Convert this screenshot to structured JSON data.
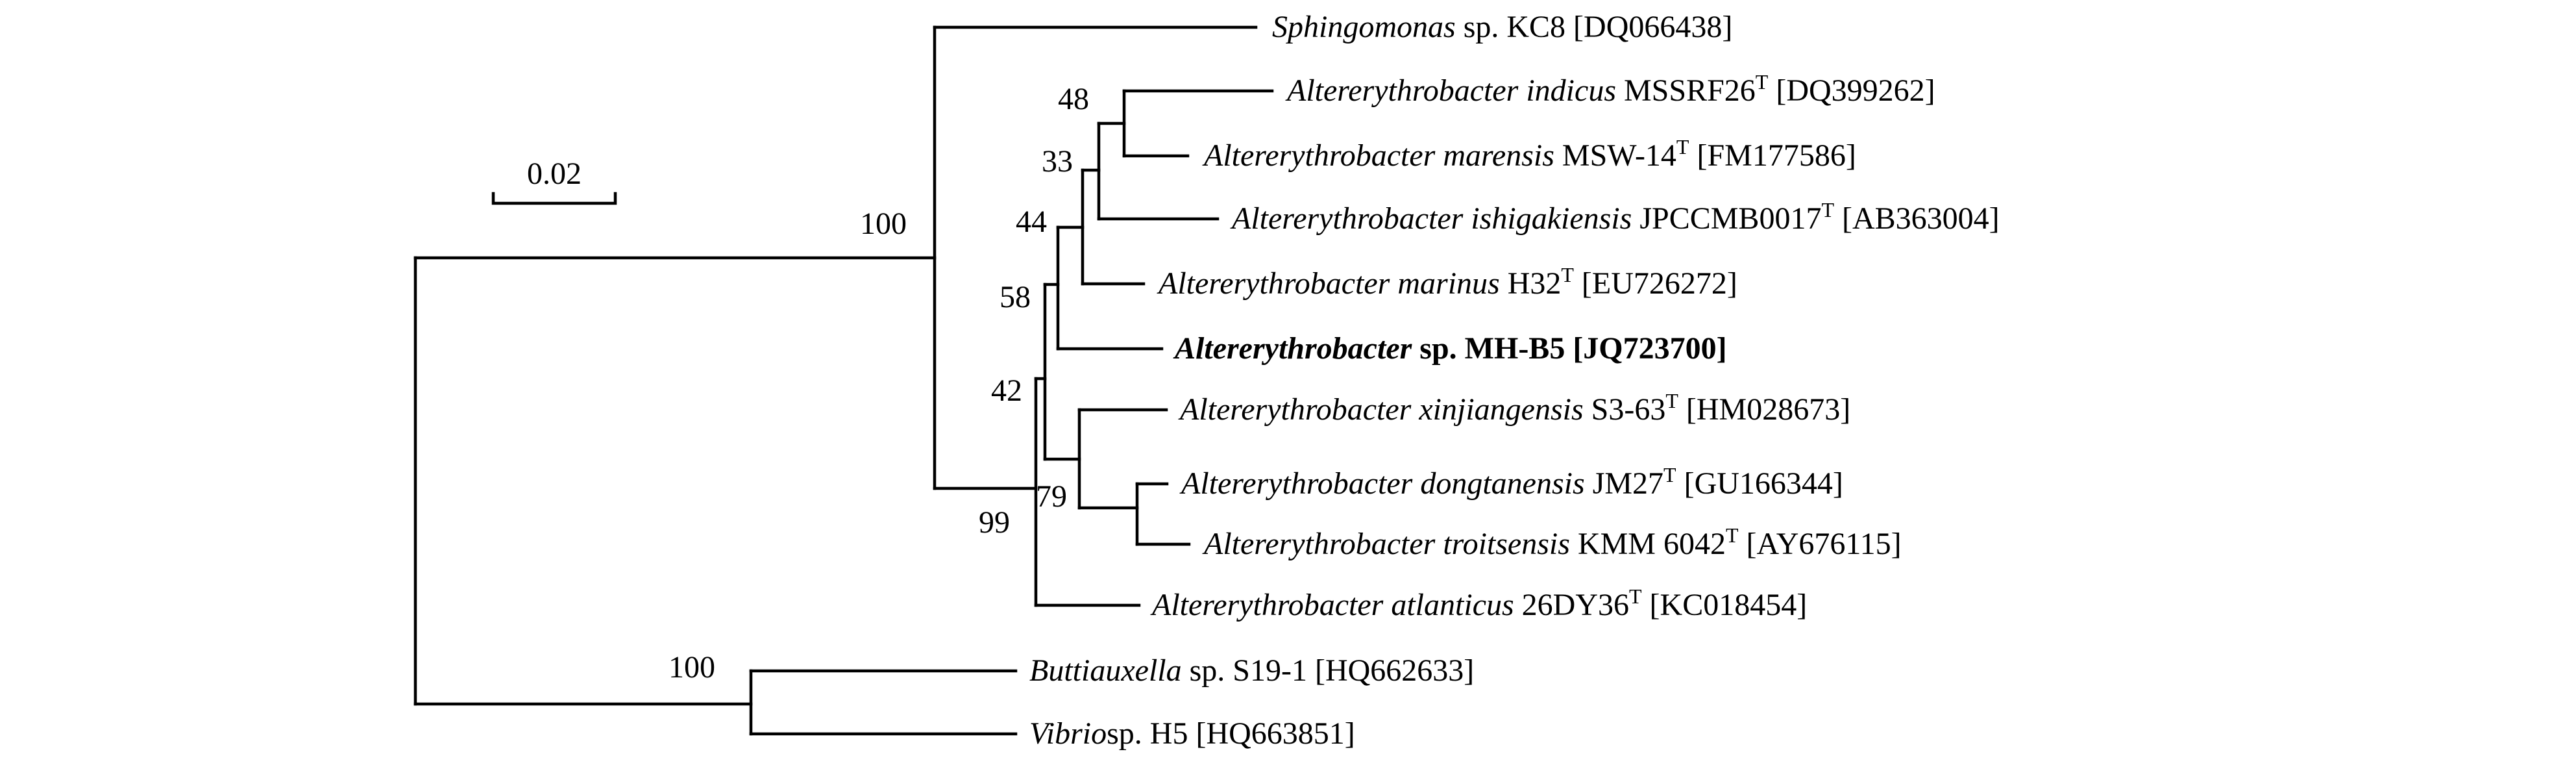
{
  "scale_bar": {
    "label": "0.02"
  },
  "taxa": [
    {
      "id": "sphingomonas",
      "genus": "Sphingomonas",
      "rest": " sp. KC8 [DQ066438]",
      "type_strain": false,
      "bold": false
    },
    {
      "id": "indicus",
      "genus": "Altererythrobacter indicus",
      "rest_strain": " MSSRF26",
      "rest": " [DQ399262]",
      "type_strain": true,
      "bold": false
    },
    {
      "id": "marensis",
      "genus": "Altererythrobacter marensis",
      "rest_strain": " MSW-14",
      "rest": " [FM177586]",
      "type_strain": true,
      "bold": false
    },
    {
      "id": "ishigakiensis",
      "genus": "Altererythrobacter ishigakiensis",
      "rest_strain": " JPCCMB0017",
      "rest": " [AB363004]",
      "type_strain": true,
      "bold": false
    },
    {
      "id": "marinus",
      "genus": "Altererythrobacter marinus",
      "rest_strain": " H32",
      "rest": " [EU726272]",
      "type_strain": true,
      "bold": false
    },
    {
      "id": "mhb5",
      "genus": "Altererythrobacter",
      "rest": " sp. MH-B5 [JQ723700]",
      "type_strain": false,
      "bold": true
    },
    {
      "id": "xinjiangensis",
      "genus": "Altererythrobacter xinjiangensis",
      "rest_strain": " S3-63",
      "rest": " [HM028673]",
      "type_strain": true,
      "bold": false
    },
    {
      "id": "dongtanensis",
      "genus": "Altererythrobacter dongtanensis",
      "rest_strain": " JM27",
      "rest": " [GU166344]",
      "type_strain": true,
      "bold": false
    },
    {
      "id": "troitsensis",
      "genus": "Altererythrobacter troitsensis",
      "rest_strain": " KMM 6042",
      "rest": " [AY676115]",
      "type_strain": true,
      "bold": false
    },
    {
      "id": "atlanticus",
      "genus": "Altererythrobacter atlanticus",
      "rest_strain": " 26DY36",
      "rest": " [KC018454]",
      "type_strain": true,
      "bold": false
    },
    {
      "id": "buttiauxella",
      "genus": "Buttiauxella",
      "rest": " sp. S19-1 [HQ662633]",
      "type_strain": false,
      "bold": false
    },
    {
      "id": "vibrio",
      "genus": "Vibrio",
      "rest": "sp. H5 [HQ663851]",
      "type_strain": false,
      "bold": false
    }
  ],
  "type_strain_mark": "T",
  "bootstrap_values": [
    {
      "id": "root-main",
      "value": "100"
    },
    {
      "id": "node-48",
      "value": "48"
    },
    {
      "id": "node-33",
      "value": "33"
    },
    {
      "id": "node-44",
      "value": "44"
    },
    {
      "id": "node-58",
      "value": "58"
    },
    {
      "id": "node-42",
      "value": "42"
    },
    {
      "id": "node-79",
      "value": "79"
    },
    {
      "id": "node-99",
      "value": "99"
    },
    {
      "id": "node-outgroup",
      "value": "100"
    }
  ]
}
